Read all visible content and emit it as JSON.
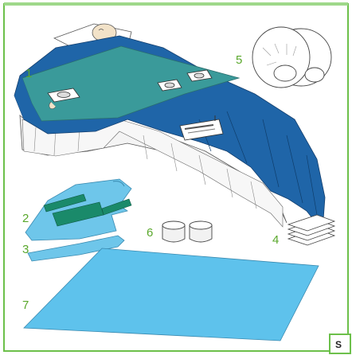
{
  "colors": {
    "frame": "#6cc04a",
    "drape_dark": "#1f65a8",
    "drape_teal": "#3a9a9a",
    "gown_light": "#6ec6ea",
    "gown_patch": "#1a8a6a",
    "table_cover": "#5ec2ec",
    "label": "#5aa82c"
  },
  "labels": {
    "item1": "1",
    "item2": "2",
    "item3": "3",
    "item4": "4",
    "item5": "5",
    "item6": "6",
    "item7": "7"
  },
  "badge": {
    "text": "S"
  }
}
